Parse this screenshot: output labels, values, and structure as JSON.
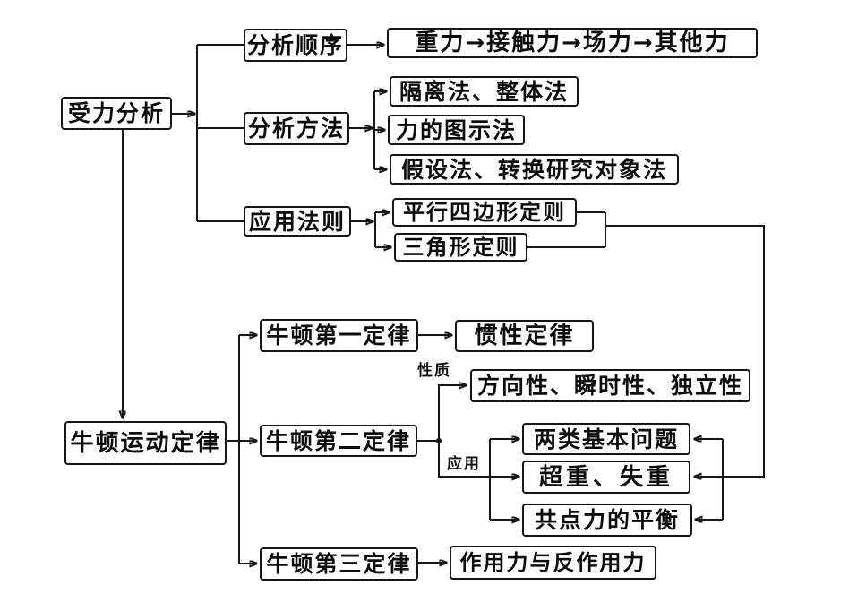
{
  "colors": {
    "background": "#ffffff",
    "line": "#161616",
    "text": "#0c0c0c"
  },
  "nodes": {
    "force_analysis": "受力分析",
    "analysis_order": "分析顺序",
    "force_sequence": "重力→接触力→场力→其他力",
    "analysis_method": "分析方法",
    "isolation_method": "隔离法、整体法",
    "force_diagram_method": "力的图示法",
    "hypothesis_method": "假设法、转换研究对象法",
    "application_rules": "应用法则",
    "parallelogram_rule": "平行四边形定则",
    "triangle_rule": "三角形定则",
    "newton_laws": "牛顿运动定律",
    "first_law": "牛顿第一定律",
    "inertia_law": "惯性定律",
    "second_law_properties": "方向性、瞬时性、独立性",
    "second_law": "牛顿第二定律",
    "two_basic_problems": "两类基本问题",
    "overweight_weightless": "超重、失重",
    "concurrent_equilibrium": "共点力的平衡",
    "third_law": "牛顿第三定律",
    "action_reaction": "作用力与反作用力"
  },
  "edge_labels": {
    "properties": "性质",
    "application": "应用"
  },
  "edges": [
    {
      "from": "force_analysis",
      "to": "analysis_order"
    },
    {
      "from": "force_analysis",
      "to": "analysis_method"
    },
    {
      "from": "force_analysis",
      "to": "application_rules"
    },
    {
      "from": "force_analysis",
      "to": "newton_laws"
    },
    {
      "from": "analysis_order",
      "to": "force_sequence"
    },
    {
      "from": "analysis_method",
      "to": "isolation_method"
    },
    {
      "from": "analysis_method",
      "to": "force_diagram_method"
    },
    {
      "from": "analysis_method",
      "to": "hypothesis_method"
    },
    {
      "from": "application_rules",
      "to": "parallelogram_rule"
    },
    {
      "from": "application_rules",
      "to": "triangle_rule"
    },
    {
      "from": [
        "parallelogram_rule",
        "triangle_rule"
      ],
      "to": [
        "two_basic_problems",
        "overweight_weightless",
        "concurrent_equilibrium"
      ]
    },
    {
      "from": "newton_laws",
      "to": "first_law"
    },
    {
      "from": "newton_laws",
      "to": "second_law"
    },
    {
      "from": "newton_laws",
      "to": "third_law"
    },
    {
      "from": "first_law",
      "to": "inertia_law"
    },
    {
      "from": "second_law",
      "to": "second_law_properties",
      "label": "性质"
    },
    {
      "from": "second_law",
      "to": "two_basic_problems",
      "label": "应用"
    },
    {
      "from": "second_law",
      "to": "overweight_weightless",
      "label": "应用"
    },
    {
      "from": "second_law",
      "to": "concurrent_equilibrium",
      "label": "应用"
    },
    {
      "from": "third_law",
      "to": "action_reaction"
    }
  ]
}
